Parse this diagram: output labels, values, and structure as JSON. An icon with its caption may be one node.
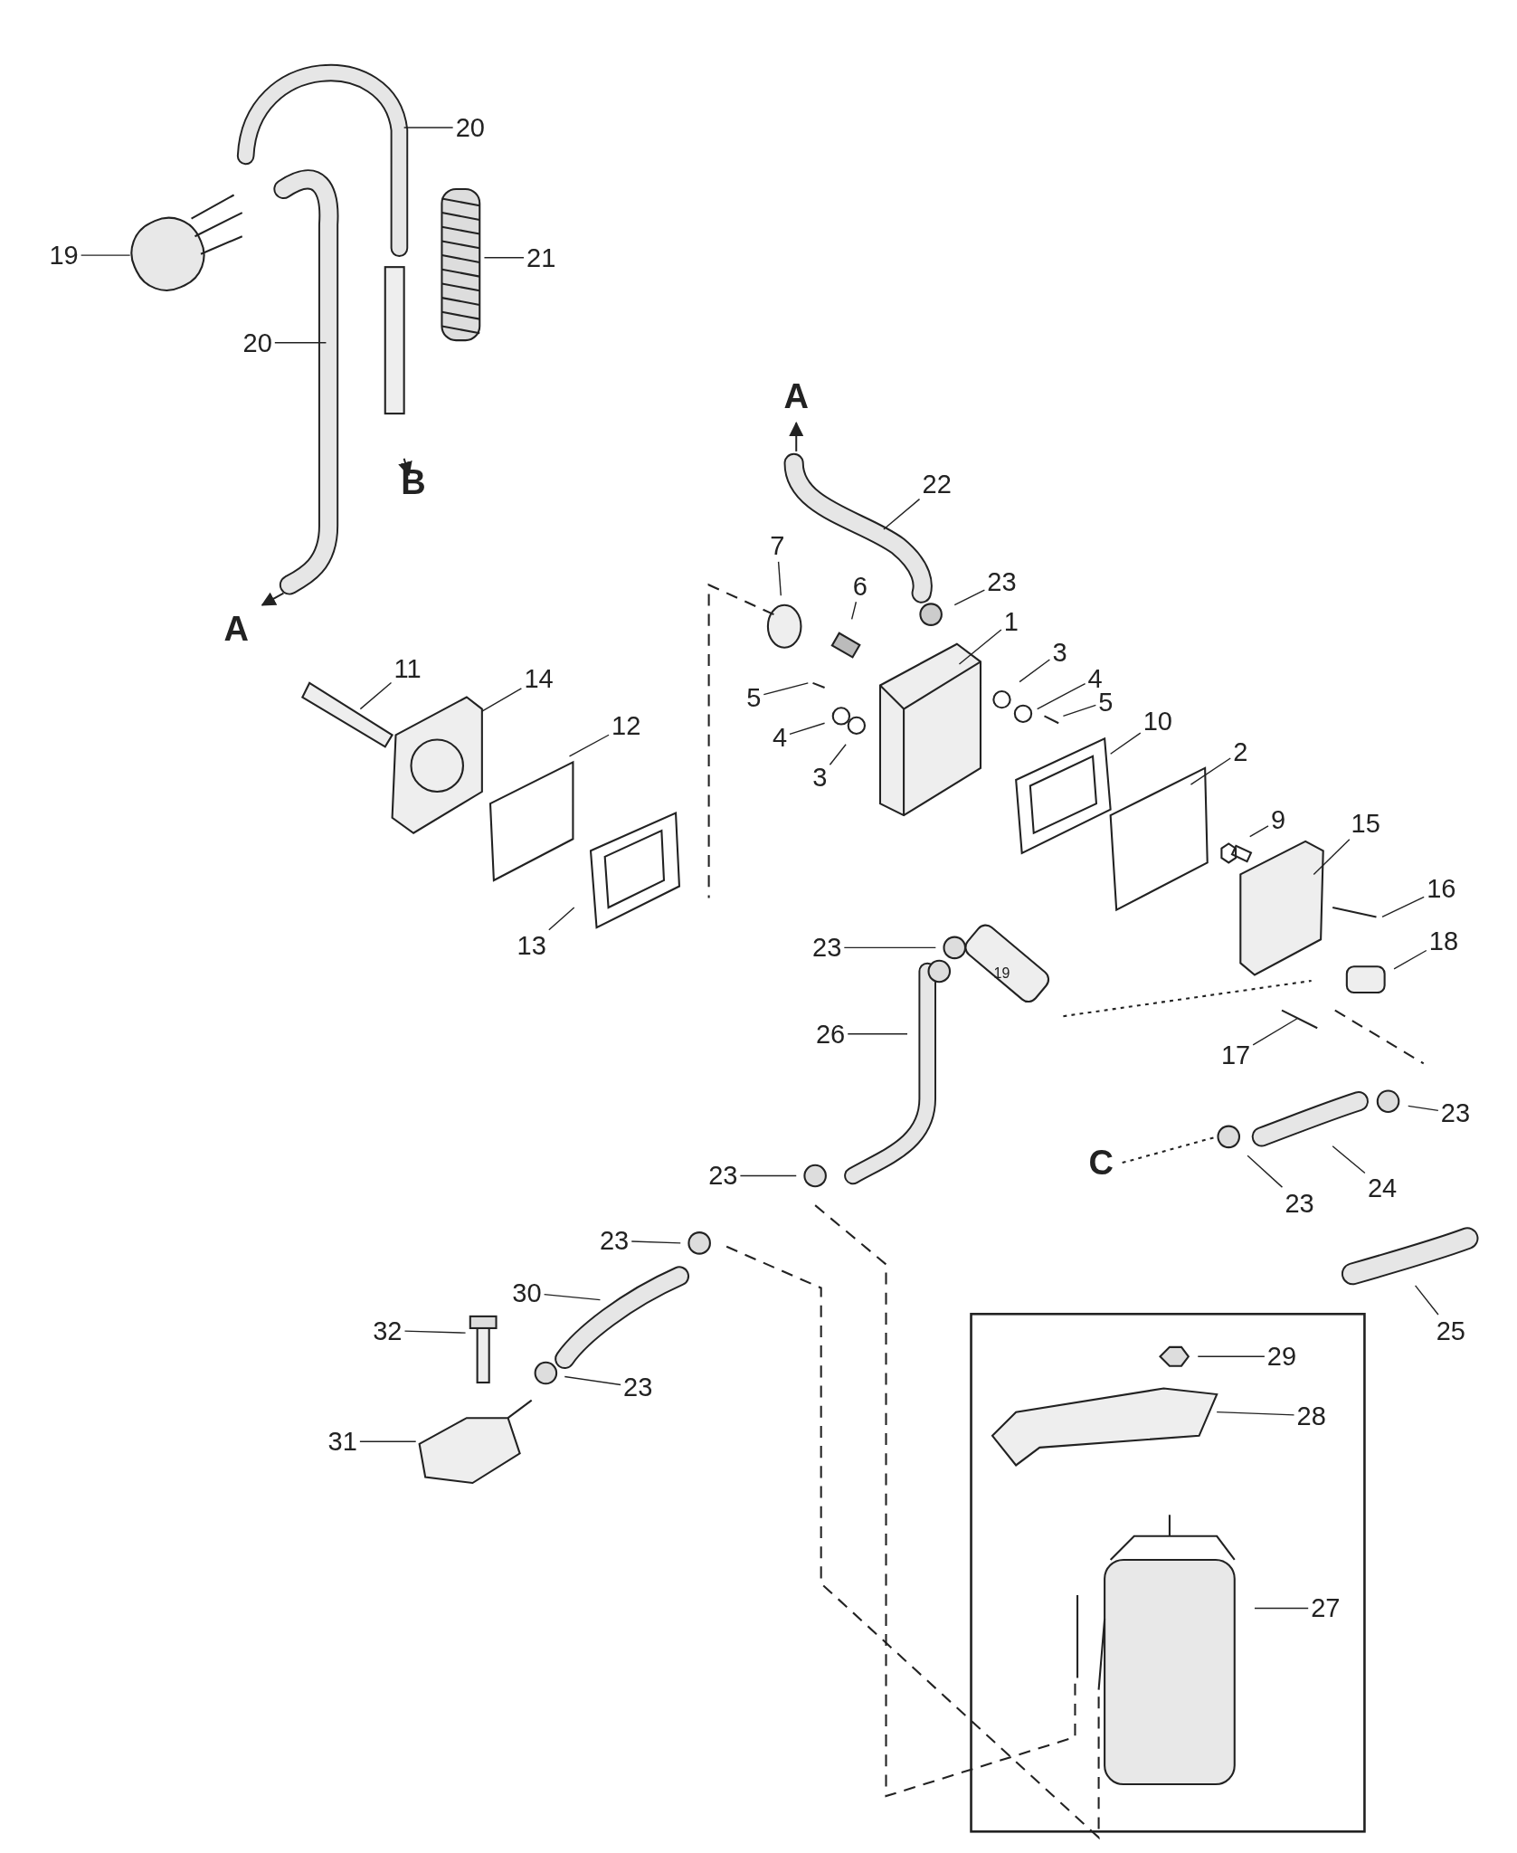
{
  "diagram": {
    "nodes": [
      {
        "text": [
          "20"
        ]
      },
      {
        "text": [
          "19"
        ]
      },
      {
        "text": [
          "21"
        ]
      },
      {
        "text": [
          "20"
        ]
      },
      {
        "text": [
          "22"
        ]
      },
      {
        "text": [
          "7"
        ]
      },
      {
        "text": [
          "23"
        ]
      },
      {
        "text": [
          "6"
        ]
      },
      {
        "text": [
          "1"
        ]
      },
      {
        "text": [
          "3"
        ]
      },
      {
        "text": [
          "4"
        ]
      },
      {
        "text": [
          "11"
        ]
      },
      {
        "text": [
          "14"
        ]
      },
      {
        "text": [
          "5"
        ]
      },
      {
        "text": [
          "5"
        ]
      },
      {
        "text": [
          "10"
        ]
      },
      {
        "text": [
          "12"
        ]
      },
      {
        "text": [
          "4"
        ]
      },
      {
        "text": [
          "2"
        ]
      },
      {
        "text": [
          "3"
        ]
      },
      {
        "text": [
          "9"
        ]
      },
      {
        "text": [
          "15"
        ]
      },
      {
        "text": [
          "16"
        ]
      },
      {
        "text": [
          "18"
        ]
      },
      {
        "text": [
          "13"
        ]
      },
      {
        "text": [
          "23"
        ]
      },
      {
        "text": [
          "26"
        ]
      },
      {
        "text": [
          "17"
        ]
      },
      {
        "text": [
          "23"
        ]
      },
      {
        "text": [
          "23"
        ]
      },
      {
        "text": [
          "24"
        ]
      },
      {
        "text": [
          "23"
        ]
      },
      {
        "text": [
          "23"
        ]
      },
      {
        "text": [
          "30"
        ]
      },
      {
        "text": [
          "25"
        ]
      },
      {
        "text": [
          "32"
        ]
      },
      {
        "text": [
          "29"
        ]
      },
      {
        "text": [
          "23"
        ]
      },
      {
        "text": [
          "28"
        ]
      },
      {
        "text": [
          "31"
        ]
      },
      {
        "text": [
          "27"
        ]
      }
    ],
    "edges": [
      {
        "from": 0,
        "to": null,
        "arrow": "none"
      },
      {
        "from": 1,
        "to": null,
        "arrow": "none"
      },
      {
        "from": 2,
        "to": null,
        "arrow": "none"
      },
      {
        "from": 3,
        "to": null,
        "arrow": "none"
      },
      {
        "from": 4,
        "to": null,
        "arrow": "none"
      },
      {
        "from": 5,
        "to": null,
        "arrow": "none"
      },
      {
        "from": 6,
        "to": null,
        "arrow": "none"
      },
      {
        "from": 7,
        "to": null,
        "arrow": "none"
      },
      {
        "from": 8,
        "to": null,
        "arrow": "none"
      },
      {
        "from": 9,
        "to": null,
        "arrow": "none"
      },
      {
        "from": 10,
        "to": null,
        "arrow": "none"
      },
      {
        "from": 11,
        "to": null,
        "arrow": "none"
      },
      {
        "from": 12,
        "to": null,
        "arrow": "none"
      },
      {
        "from": 13,
        "to": null,
        "arrow": "none"
      },
      {
        "from": 14,
        "to": null,
        "arrow": "none"
      },
      {
        "from": 15,
        "to": null,
        "arrow": "none"
      },
      {
        "from": 16,
        "to": null,
        "arrow": "none"
      },
      {
        "from": 17,
        "to": null,
        "arrow": "none"
      },
      {
        "from": 18,
        "to": null,
        "arrow": "none"
      },
      {
        "from": 19,
        "to": null,
        "arrow": "none"
      },
      {
        "from": 20,
        "to": null,
        "arrow": "none"
      },
      {
        "from": 21,
        "to": null,
        "arrow": "none"
      },
      {
        "from": 22,
        "to": null,
        "arrow": "none"
      },
      {
        "from": 23,
        "to": null,
        "arrow": "none"
      },
      {
        "from": 24,
        "to": null,
        "arrow": "none"
      },
      {
        "from": 25,
        "to": null,
        "arrow": "none"
      },
      {
        "from": 26,
        "to": null,
        "arrow": "none"
      },
      {
        "from": 27,
        "to": null,
        "arrow": "none"
      },
      {
        "from": 28,
        "to": null,
        "arrow": "none"
      },
      {
        "from": 29,
        "to": null,
        "arrow": "none"
      },
      {
        "from": 30,
        "to": null,
        "arrow": "none"
      },
      {
        "from": 31,
        "to": null,
        "arrow": "none"
      },
      {
        "from": 32,
        "to": null,
        "arrow": "none"
      },
      {
        "from": 33,
        "to": null,
        "arrow": "none"
      },
      {
        "from": 34,
        "to": null,
        "arrow": "none"
      },
      {
        "from": 35,
        "to": null,
        "arrow": "none"
      },
      {
        "from": 36,
        "to": null,
        "arrow": "none"
      },
      {
        "from": 37,
        "to": null,
        "arrow": "none"
      },
      {
        "from": 38,
        "to": null,
        "arrow": "none"
      },
      {
        "from": 39,
        "to": null,
        "arrow": "none"
      },
      {
        "from": 40,
        "to": null,
        "arrow": "none"
      }
    ],
    "labels": [
      "A",
      "B",
      "A",
      "19",
      "C"
    ]
  }
}
